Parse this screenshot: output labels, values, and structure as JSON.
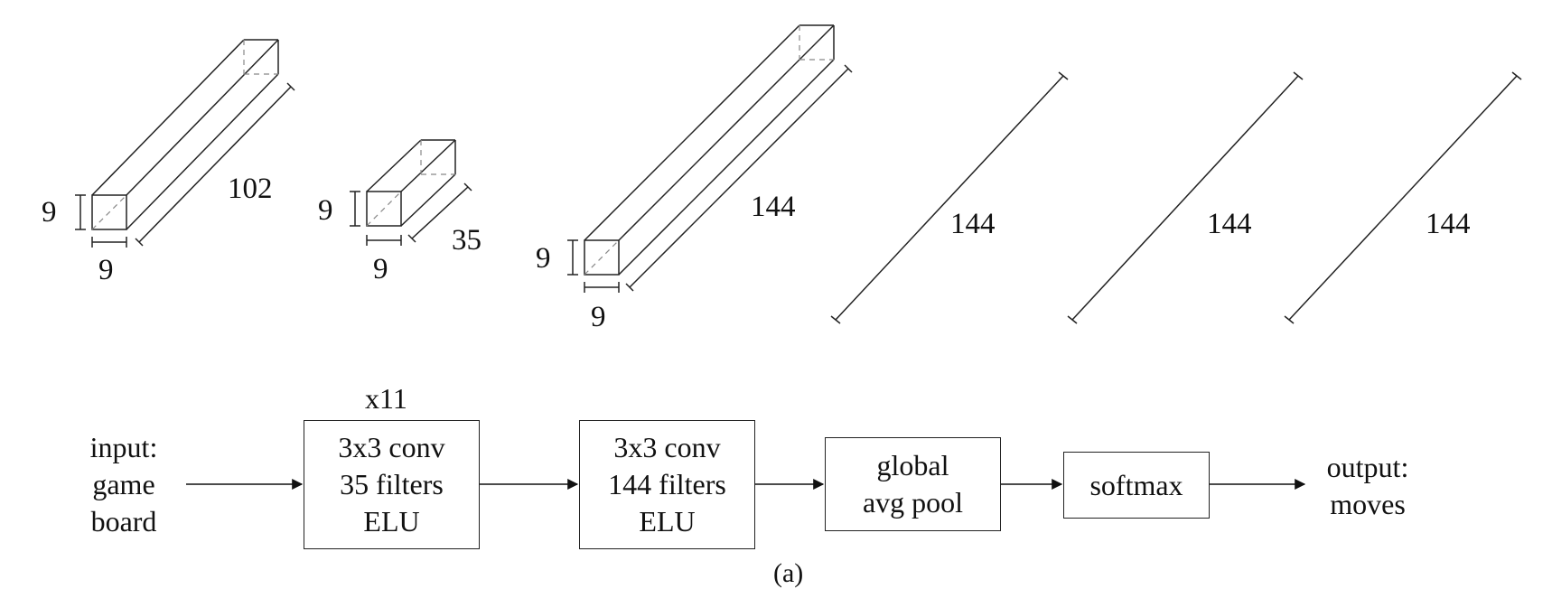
{
  "tensors": [
    {
      "height": "9",
      "width": "9",
      "depth": "102"
    },
    {
      "height": "9",
      "width": "9",
      "depth": "35"
    },
    {
      "height": "9",
      "width": "9",
      "depth": "144"
    },
    {
      "depth": "144"
    },
    {
      "depth": "144"
    },
    {
      "depth": "144"
    }
  ],
  "pipeline": {
    "input": [
      "input:",
      "game",
      "board"
    ],
    "repeat_label": "x11",
    "blocks": [
      {
        "lines": [
          "3x3 conv",
          "35 filters",
          "ELU"
        ]
      },
      {
        "lines": [
          "3x3 conv",
          "144 filters",
          "ELU"
        ]
      },
      {
        "lines": [
          "global",
          "avg pool"
        ]
      },
      {
        "lines": [
          "softmax"
        ]
      }
    ],
    "output": [
      "output:",
      "moves"
    ]
  },
  "caption": "(a)"
}
